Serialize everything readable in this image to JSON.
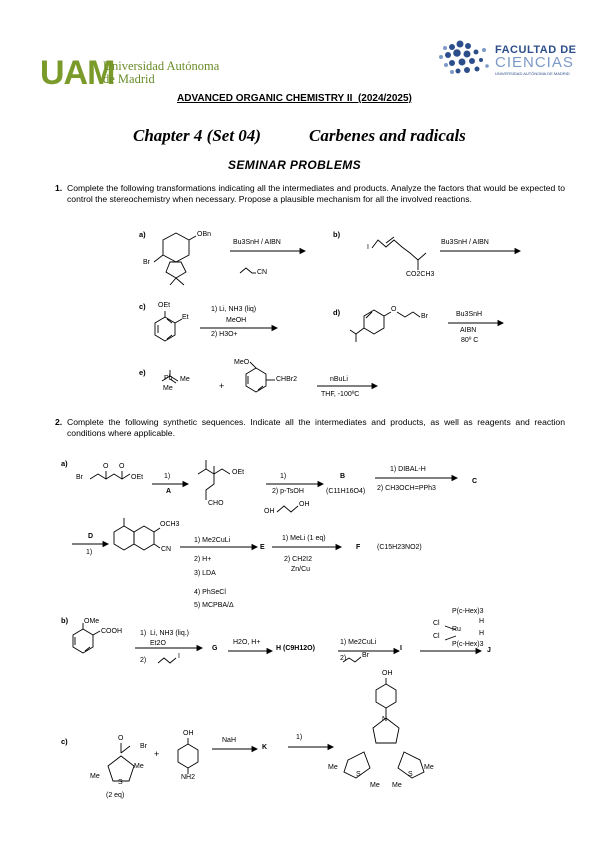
{
  "header": {
    "uam_logo_text": "UAM",
    "university_line1": "Universidad Autónoma",
    "university_line2": "de Madrid",
    "faculty_line1": "FACULTAD DE",
    "faculty_line2": "CIENCIAS",
    "faculty_line3": "UNIVERSIDAD AUTÓNOMA DE MADRID"
  },
  "course_title": "ADVANCED ORGANIC CHEMISTRY II  (2024/2025)",
  "chapter": {
    "number": "Chapter 4 (Set 04)",
    "topic": "Carbenes and radicals"
  },
  "section_title": "SEMINAR PROBLEMS",
  "questions": [
    {
      "number": "1.",
      "text": "Complete the following transformations indicating all the intermediates and products. Analyze the factors that would be expected to control the stereochemistry when necessary. Propose a plausible mechanism for all the involved reactions."
    },
    {
      "number": "2.",
      "text": "Complete the following synthetic sequences. Indicate all the intermediates and products, as well as reagents and reaction conditions where applicable."
    }
  ],
  "q1": {
    "a": {
      "label": "a)",
      "groups": [
        "OBn",
        "Br"
      ],
      "reagent": "Bu3SnH / AIBN",
      "cosubstrate": "CN"
    },
    "b": {
      "label": "b)",
      "groups": [
        "I",
        "CO2CH3"
      ],
      "reagent": "Bu3SnH / AIBN"
    },
    "c": {
      "label": "c)",
      "groups": [
        "OEt",
        "Et"
      ],
      "reagents": [
        "1) Li, NH3 (liq)",
        "MeOH",
        "2) H3O+"
      ]
    },
    "d": {
      "label": "d)",
      "groups": [
        "O",
        "Br"
      ],
      "reagents": [
        "Bu3SnH",
        "AIBN",
        "80º C"
      ]
    },
    "e": {
      "label": "e)",
      "groups": [
        "Ph",
        "Me",
        "Me",
        "MeO",
        "CHBr2"
      ],
      "plus": "+",
      "reagents": [
        "nBuLi",
        "THF, -100ºC"
      ]
    }
  },
  "q2": {
    "a": {
      "label": "a)",
      "groups": [
        "Br",
        "OEt",
        "O",
        "O",
        "OEt",
        "CHO",
        "OCH3",
        "CN",
        "OH",
        "OH"
      ],
      "step1": "1)",
      "A": "A",
      "step2": [
        "1)",
        "2) p-TsOH"
      ],
      "B": "B",
      "B_formula": "(C11H16O4)",
      "step3": [
        "1) DIBAL-H",
        "2) CH3OCH=PPh3"
      ],
      "C": "C",
      "D": "D",
      "D_step": "1)",
      "step4": [
        "1) Me2CuLi",
        "2) H+",
        "3) LDA",
        "4) PhSeCl",
        "5) MCPBA/Δ"
      ],
      "E": "E",
      "step5": [
        "1) MeLi (1 eq)",
        "2) CH2I2",
        "Zn/Cu"
      ],
      "F": "F",
      "F_formula": "(C15H23NO2)"
    },
    "b": {
      "label": "b)",
      "groups": [
        "OMe",
        "COOH",
        "I",
        "Br"
      ],
      "step1": [
        "1)  Li, NH3 (liq.)",
        "Et2O",
        "2)"
      ],
      "G": "G",
      "step2": "H2O, H+",
      "H": "H (C9H12O)",
      "step3": [
        "1) Me2CuLi",
        "2)"
      ],
      "I": "I",
      "catalyst": [
        "P(c-Hex)3",
        "Cl",
        "Ru",
        "H",
        "Cl",
        "H",
        "P(c-Hex)3"
      ],
      "J": "J"
    },
    "c": {
      "label": "c)",
      "groups": [
        "O",
        "Br",
        "Me",
        "Me",
        "S",
        "OH",
        "NH2",
        "OH",
        "N",
        "Me",
        "Me",
        "S",
        "S",
        "Me",
        "Me"
      ],
      "eq": "(2 eq)",
      "plus": "+",
      "reagent": "NaH",
      "K": "K",
      "step": "1)"
    }
  }
}
